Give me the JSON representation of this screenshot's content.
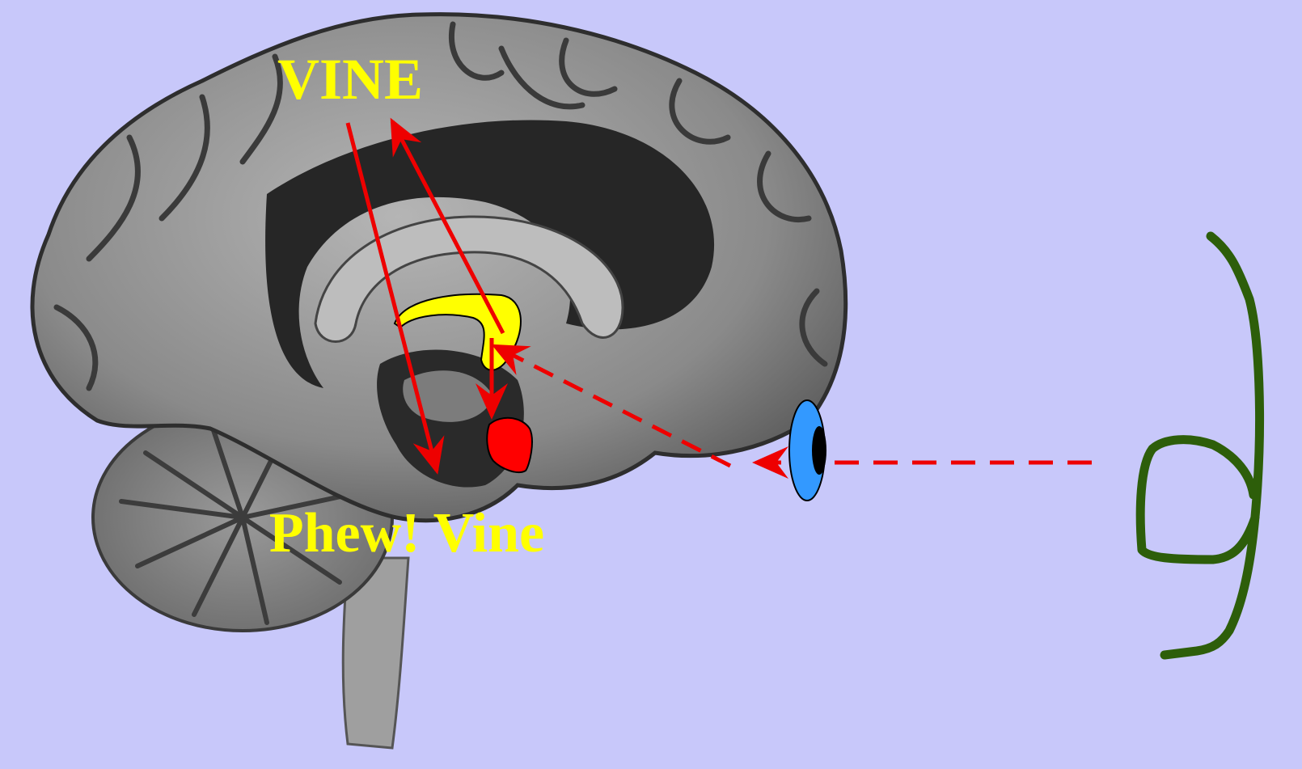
{
  "labels": {
    "top": "VINE",
    "bottom": "Phew! Vine"
  },
  "colors": {
    "background": "#c8c8fa",
    "label": "#ffff00",
    "arrow": "#ee0000",
    "highlight_yellow": "#ffff00",
    "highlight_red": "#ff0000",
    "eye_iris": "#3399ff",
    "eye_pupil": "#000000",
    "stimulus": "#2d5e0a",
    "brain_dark": "#262626",
    "brain_tissue": "#8c8c8c"
  },
  "icons": {
    "eye": "eye-icon",
    "stimulus": "handwritten-glyph-stimulus"
  }
}
